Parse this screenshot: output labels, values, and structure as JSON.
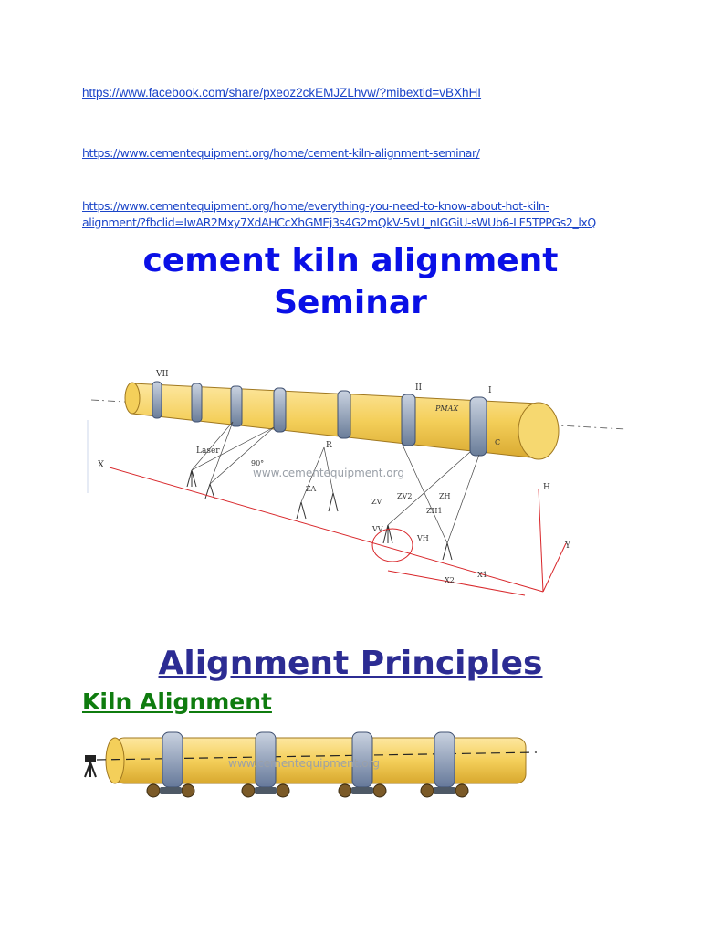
{
  "links": [
    "https://www.facebook.com/share/pxeoz2ckEMJZLhvw/?mibextid=vBXhHI",
    "https://www.cementequipment.org/home/cement-kiln-alignment-seminar/",
    "https://www.cementequipment.org/home/everything-you-need-to-know-about-hot-kiln-alignment/?fbclid=IwAR2Mxy7XdAHCcXhGMEj3s4G2mQkV-5vU_nIGGiU-sWUb6-LF5TPPGs2_lxQ"
  ],
  "title_line1": "cement kiln alignment",
  "title_line2": "Seminar",
  "figure1": {
    "watermark": "www.cementequipment.org",
    "labels": {
      "vii": "VII",
      "ii": "II",
      "i": "I",
      "pmax": "PMAX",
      "c": "C",
      "laser": "Laser",
      "angle": "90°",
      "r": "R",
      "x": "X",
      "h": "H",
      "y": "Y",
      "zv": "ZV",
      "zv2": "ZV2",
      "zh": "ZH",
      "zh1": "ZH1",
      "za": "ZA",
      "vv": "VV",
      "vh": "VH",
      "x1": "X1",
      "x2": "X2"
    }
  },
  "section_title": "Alignment Principles",
  "subsection_title": "Kiln Alignment",
  "figure2": {
    "watermark": "www.cementequipment.org"
  }
}
